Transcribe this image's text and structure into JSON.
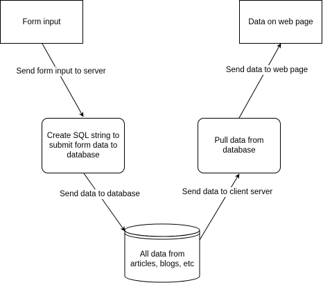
{
  "nodes": {
    "form_input": "Form input",
    "data_on_web_page": "Data on web page",
    "create_sql": "Create SQL string to\nsubmit form data to\ndatabase",
    "pull_data": "Pull data from\ndatabase",
    "all_data": "All data from\narticles, blogs, etc"
  },
  "edges": {
    "send_form_input": "Send form input to server",
    "send_to_database": "Send data to database",
    "send_to_client": "Send data to client server",
    "send_to_web_page": "Send data to web page"
  },
  "colors": {
    "stroke": "#000000",
    "fill": "#ffffff"
  }
}
